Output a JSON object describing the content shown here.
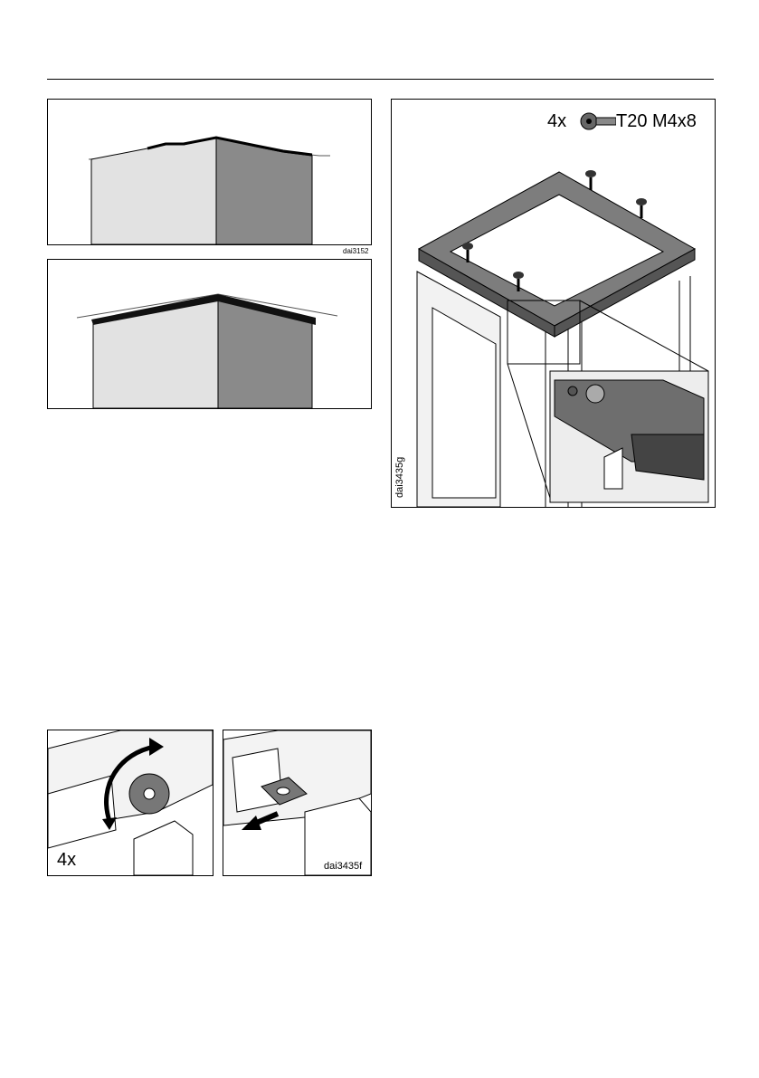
{
  "figures": {
    "level_top": {
      "code": "dai3152"
    },
    "frame_assembly": {
      "code": "dai3435g",
      "screw_qty": "4x",
      "screw_spec": "T20 M4x8",
      "screw_icon": "torx-screw-icon"
    },
    "clip_rotate": {
      "qty": "4x",
      "icon": "rotate-arrow-icon"
    },
    "clip_remove": {
      "code": "dai3435f",
      "icon": "pull-arrow-icon"
    }
  }
}
